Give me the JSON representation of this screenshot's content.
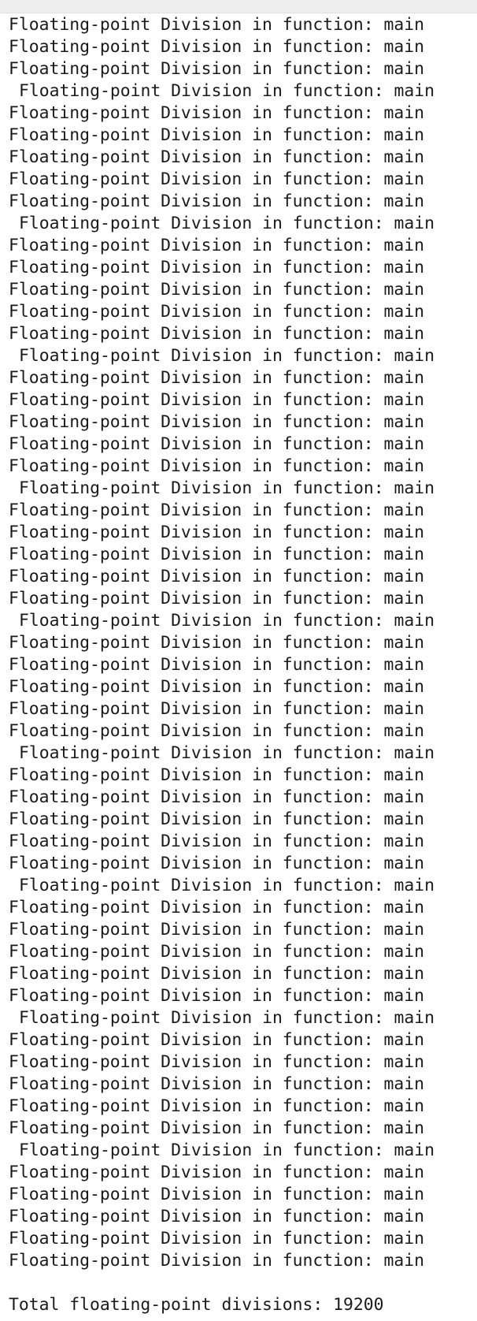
{
  "console": {
    "lines": [
      "Floating-point Division in function: main",
      "Floating-point Division in function: main",
      "Floating-point Division in function: main",
      " Floating-point Division in function: main",
      "Floating-point Division in function: main",
      "Floating-point Division in function: main",
      "Floating-point Division in function: main",
      "Floating-point Division in function: main",
      "Floating-point Division in function: main",
      " Floating-point Division in function: main",
      "Floating-point Division in function: main",
      "Floating-point Division in function: main",
      "Floating-point Division in function: main",
      "Floating-point Division in function: main",
      "Floating-point Division in function: main",
      " Floating-point Division in function: main",
      "Floating-point Division in function: main",
      "Floating-point Division in function: main",
      "Floating-point Division in function: main",
      "Floating-point Division in function: main",
      "Floating-point Division in function: main",
      " Floating-point Division in function: main",
      "Floating-point Division in function: main",
      "Floating-point Division in function: main",
      "Floating-point Division in function: main",
      "Floating-point Division in function: main",
      "Floating-point Division in function: main",
      " Floating-point Division in function: main",
      "Floating-point Division in function: main",
      "Floating-point Division in function: main",
      "Floating-point Division in function: main",
      "Floating-point Division in function: main",
      "Floating-point Division in function: main",
      " Floating-point Division in function: main",
      "Floating-point Division in function: main",
      "Floating-point Division in function: main",
      "Floating-point Division in function: main",
      "Floating-point Division in function: main",
      "Floating-point Division in function: main",
      " Floating-point Division in function: main",
      "Floating-point Division in function: main",
      "Floating-point Division in function: main",
      "Floating-point Division in function: main",
      "Floating-point Division in function: main",
      "Floating-point Division in function: main",
      " Floating-point Division in function: main",
      "Floating-point Division in function: main",
      "Floating-point Division in function: main",
      "Floating-point Division in function: main",
      "Floating-point Division in function: main",
      "Floating-point Division in function: main",
      " Floating-point Division in function: main",
      "Floating-point Division in function: main",
      "Floating-point Division in function: main",
      "Floating-point Division in function: main",
      "Floating-point Division in function: main",
      "Floating-point Division in function: main",
      "",
      "Total floating-point divisions: 19200"
    ]
  }
}
